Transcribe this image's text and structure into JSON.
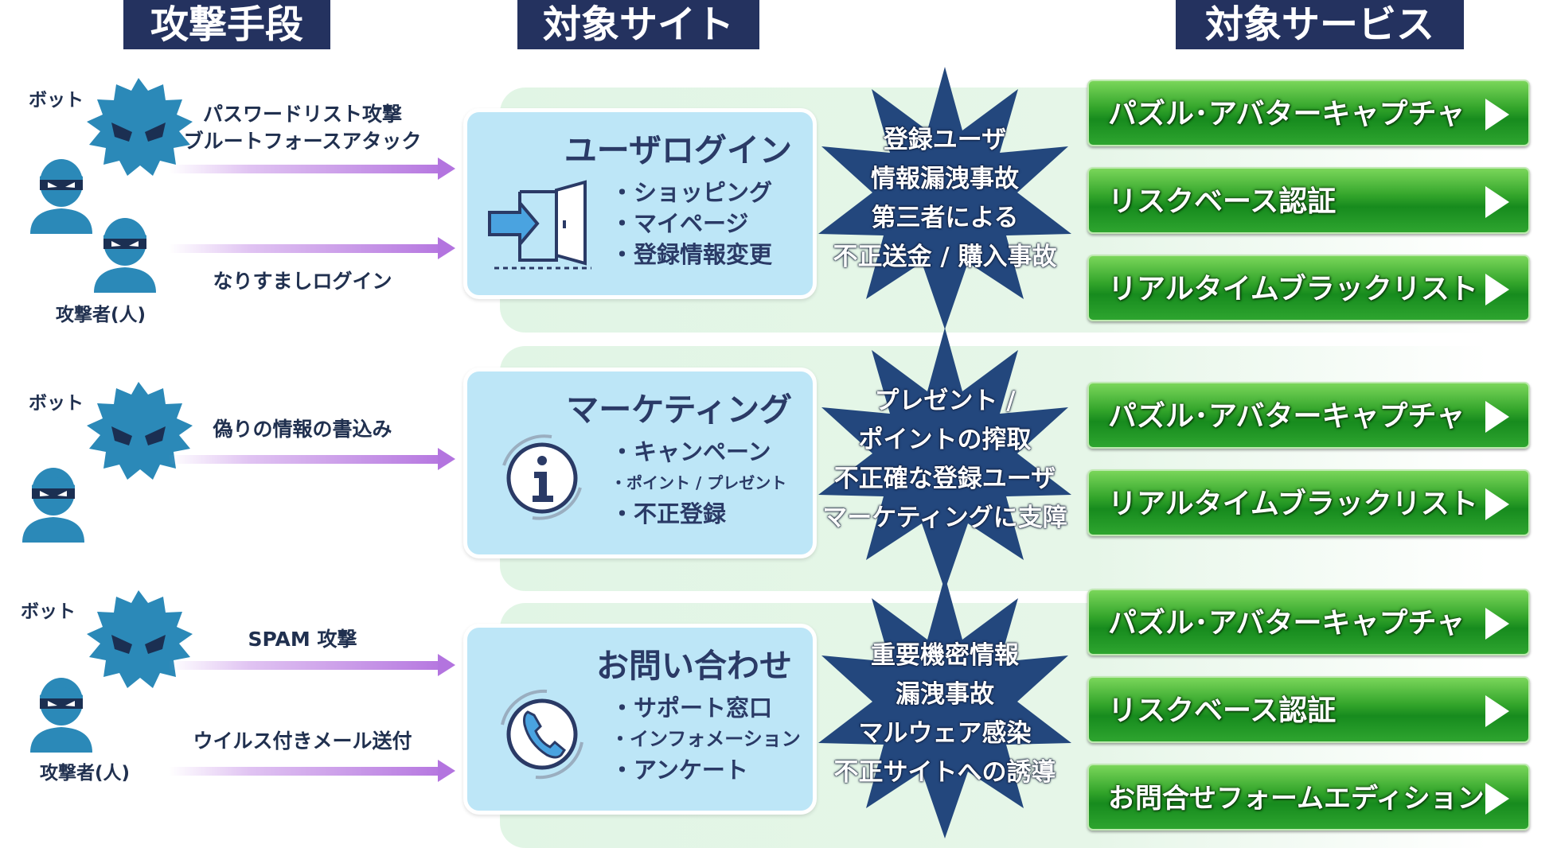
{
  "headers": {
    "attack": "攻撃手段",
    "site": "対象サイト",
    "service": "対象サービス"
  },
  "labels": {
    "bot": "ボット",
    "human": "攻撃者(人)"
  },
  "rows": [
    {
      "attacks": [
        "パスワードリスト攻撃",
        "ブルートフォースアタック",
        "なりすましログイン"
      ],
      "card": {
        "title": "ユーザログイン",
        "items": [
          "・ショッピング",
          "・マイページ",
          "・登録情報変更"
        ]
      },
      "damage": [
        "登録ユーザ",
        "情報漏洩事故",
        "第三者による",
        "不正送金 / 購入事故"
      ],
      "services": [
        "パズル･アバターキャプチャ",
        "リスクベース認証",
        "リアルタイムブラックリスト"
      ]
    },
    {
      "attacks": [
        "偽りの情報の書込み"
      ],
      "card": {
        "title": "マーケティング",
        "items": [
          "・キャンペーン",
          "・ポイント / プレゼント",
          "・不正登録"
        ]
      },
      "damage": [
        "プレゼント /",
        "ポイントの搾取",
        "不正確な登録ユーザ",
        "マーケティングに支障"
      ],
      "services": [
        "パズル･アバターキャプチャ",
        "リアルタイムブラックリスト"
      ]
    },
    {
      "attacks": [
        "SPAM 攻撃",
        "ウイルス付きメール送付"
      ],
      "card": {
        "title": "お問い合わせ",
        "items": [
          "・サポート窓口",
          "・インフォメーション",
          "・アンケート"
        ]
      },
      "damage": [
        "重要機密情報",
        "漏洩事故",
        "マルウェア感染",
        "不正サイトへの誘導"
      ],
      "services": [
        "パズル･アバターキャプチャ",
        "リスクベース認証",
        "お問合せフォームエディション"
      ]
    }
  ],
  "colors": {
    "header_bg": "#24325f",
    "bot_blue": "#2b89b8",
    "star_navy": "#23477d",
    "card_bg": "#bde6f7",
    "button_green": "#2ea52f",
    "arrow_purple": "#b374df"
  }
}
